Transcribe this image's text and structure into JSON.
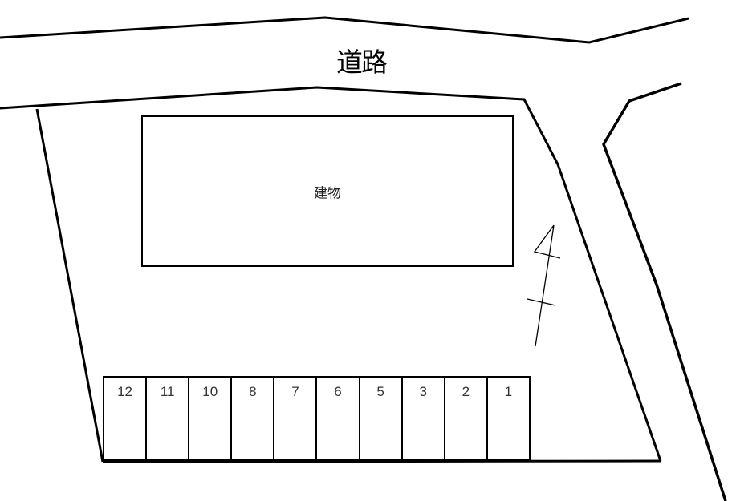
{
  "canvas": {
    "background": "#ffffff",
    "line_color": "#000000"
  },
  "labels": {
    "road": "道路",
    "building": "建物"
  },
  "parking": {
    "stall_numbers": [
      "12",
      "11",
      "10",
      "8",
      "7",
      "6",
      "5",
      "3",
      "2",
      "1"
    ]
  }
}
